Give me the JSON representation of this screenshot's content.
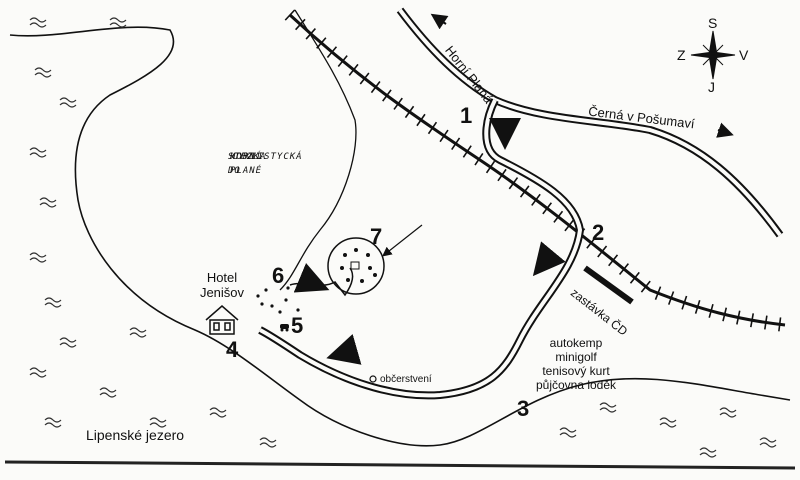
{
  "map": {
    "towns": {
      "horni_plana": "Horní Planá",
      "cerna": "Černá v Pošumaví"
    },
    "compass": {
      "north": "S",
      "south": "J",
      "west": "Z",
      "east": "V"
    },
    "bike_path": [
      "CYKLISTYCKÁ",
      "STEZKA DO",
      "HORNÍ PLANÉ"
    ],
    "numbers": [
      "1",
      "2",
      "3",
      "4",
      "5",
      "6",
      "7"
    ],
    "hotel": [
      "Hotel",
      "Jenišov"
    ],
    "stop": "zastávka ČD",
    "camp": [
      "autokemp",
      "minigolf",
      "tenisový kurt",
      "půjčovna loděk"
    ],
    "refreshment": "občerstvení",
    "lake": "Lipenské jezero",
    "colors": {
      "ink": "#111111",
      "paper": "#fbfbf9",
      "water_mark": "#333333"
    },
    "icons": [
      "hotel-icon",
      "car-icon",
      "arrow-icon",
      "compass-rose-icon",
      "trees-icon"
    ]
  }
}
